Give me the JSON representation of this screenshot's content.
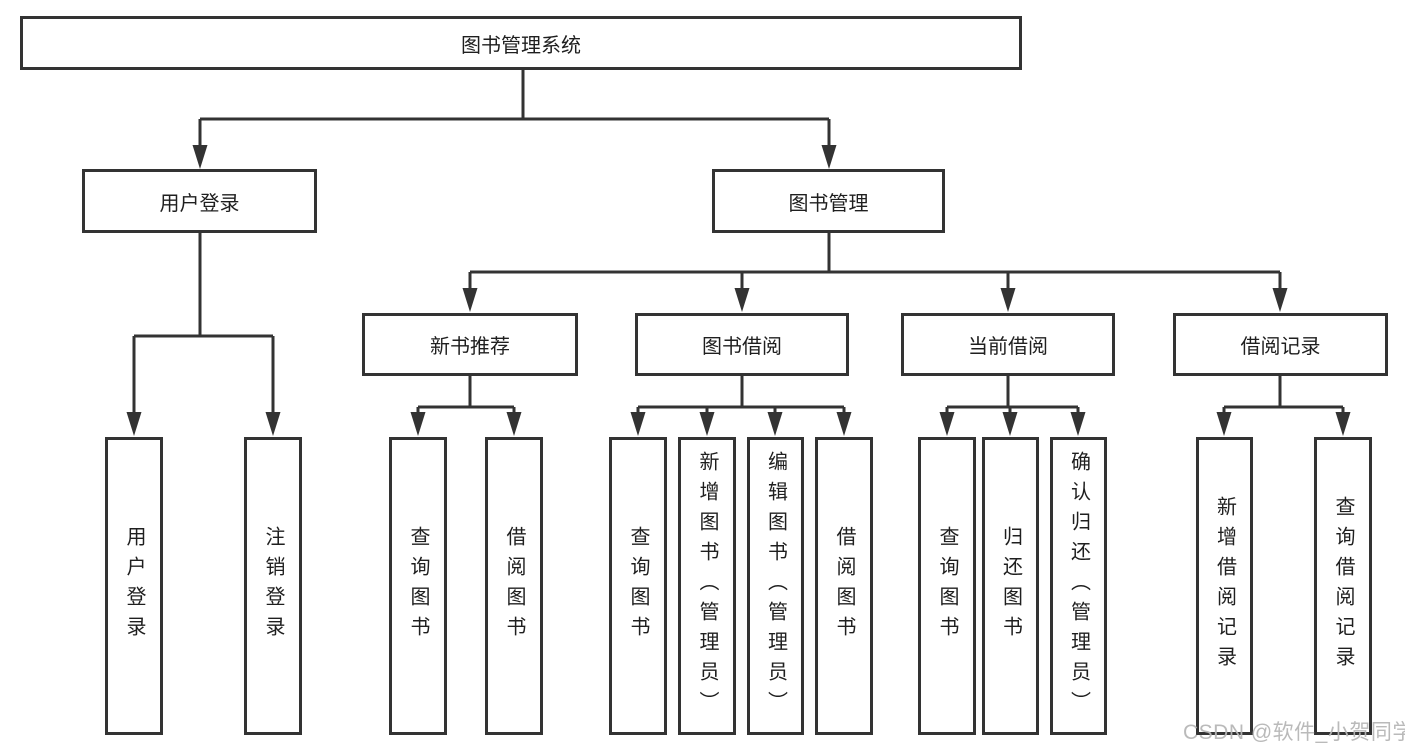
{
  "root_label": "图书管理系统",
  "level2": {
    "user_login": "用户登录",
    "book_mgmt": "图书管理"
  },
  "level3": {
    "new_books": "新书推荐",
    "book_borrow": "图书借阅",
    "current_borrow": "当前借阅",
    "borrow_records": "借阅记录"
  },
  "leaves": {
    "user_login": [
      "用户登录",
      "注销登录"
    ],
    "new_books": [
      "查询图书",
      "借阅图书"
    ],
    "book_borrow": [
      "查询图书",
      "新增图书（管理员）",
      "编辑图书（管理员）",
      "借阅图书"
    ],
    "current_borrow": [
      "查询图书",
      "归还图书",
      "确认归还（管理员）"
    ],
    "borrow_records": [
      "新增借阅记录",
      "查询借阅记录"
    ]
  },
  "watermark": "CSDN @软件_小贺同学",
  "colors": {
    "line": "#333333",
    "text": "#1f1f1f",
    "box_background": "#ffffff",
    "watermark": "#b6b6b6"
  }
}
